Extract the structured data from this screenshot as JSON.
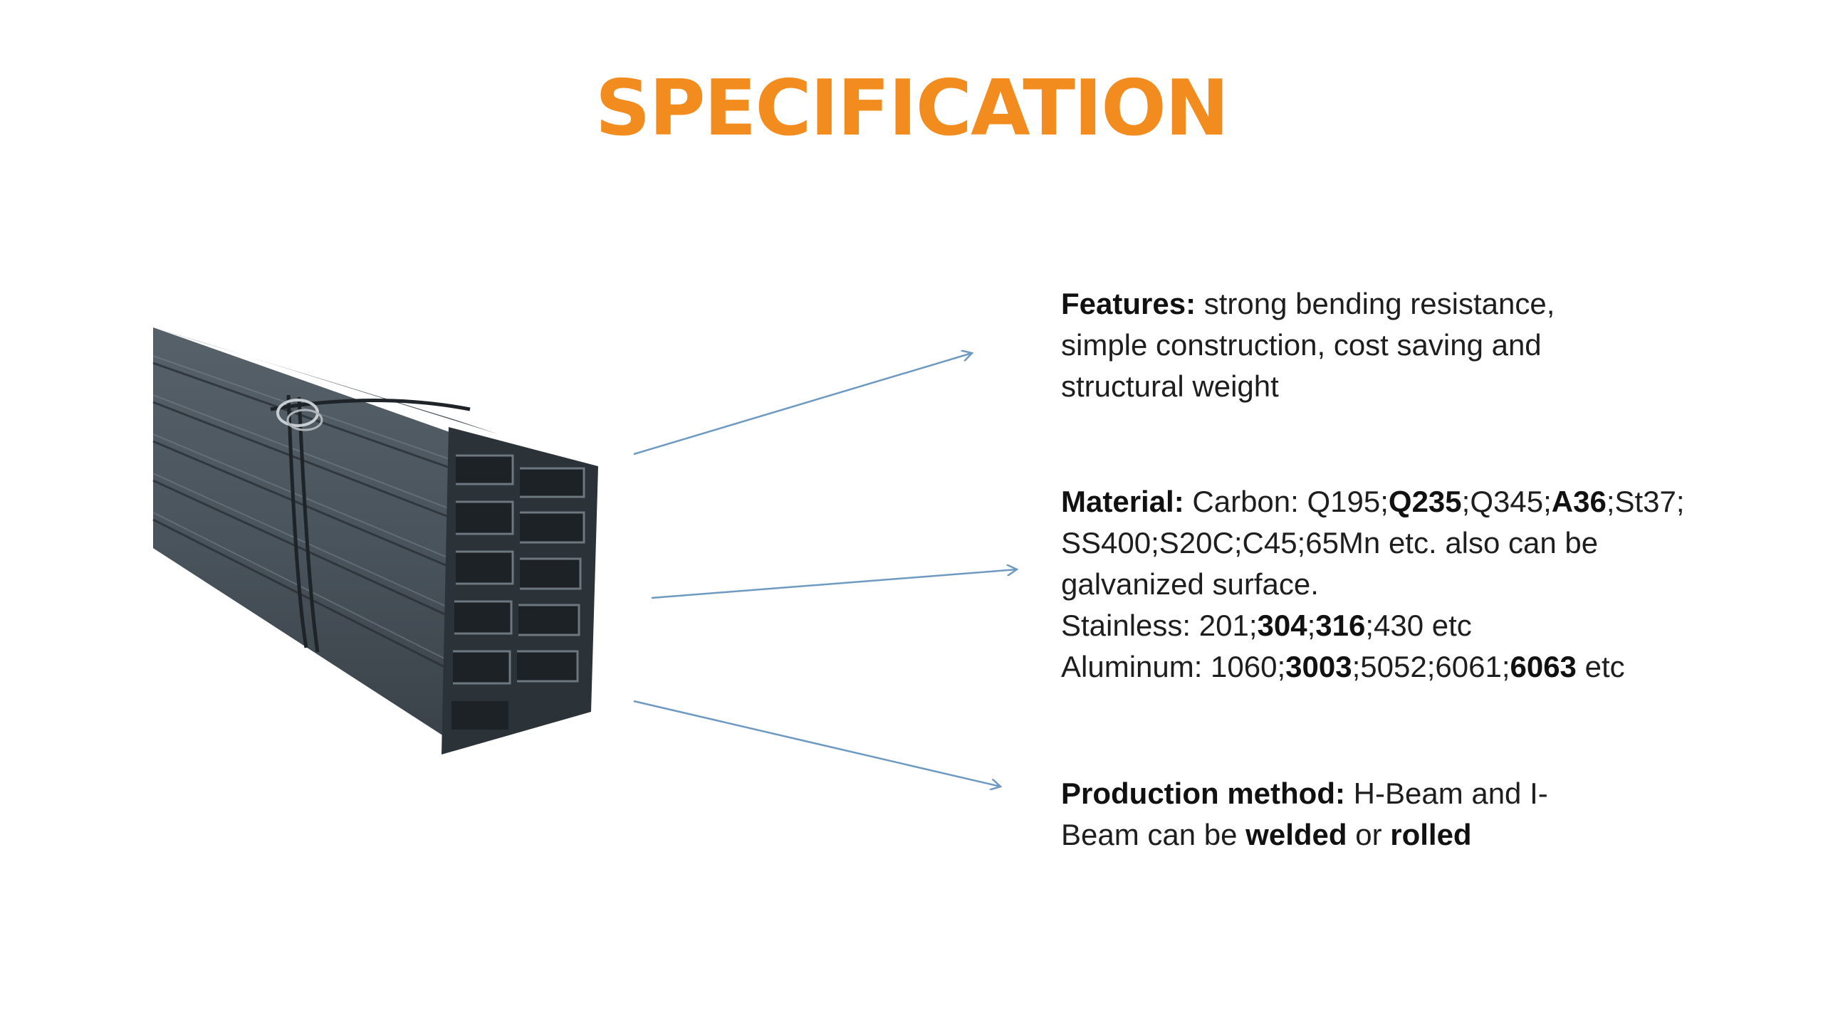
{
  "title": "SPECIFICATION",
  "colors": {
    "title": "#F28C1E",
    "arrow": "#6E9AC2",
    "text": "#1E1E1E"
  },
  "features": {
    "label": "Features:",
    "line1": "strong bending resistance,",
    "line2": "simple construction, cost saving and",
    "line3": "structural weight"
  },
  "material": {
    "label": "Material:",
    "carbon_prefix": "Carbon: ",
    "carbon": [
      "Q195;",
      "Q235",
      ";Q345;",
      "A36",
      ";St37;"
    ],
    "line2": "SS400;S20C;C45;65Mn etc. also can be",
    "line3": "galvanized surface.",
    "stainless_prefix": "Stainless: 201;",
    "stainless": [
      "304",
      ";",
      "316",
      ";430 etc"
    ],
    "aluminum_prefix": "Aluminum: 1060;",
    "aluminum": [
      "3003",
      ";5052;6061;",
      "6063",
      " etc"
    ]
  },
  "production": {
    "label": "Production method:",
    "line1": "H-Beam and I-",
    "line2_a": "Beam can be ",
    "line2_b": "welded",
    "line2_c": " or ",
    "line2_d": "rolled"
  }
}
